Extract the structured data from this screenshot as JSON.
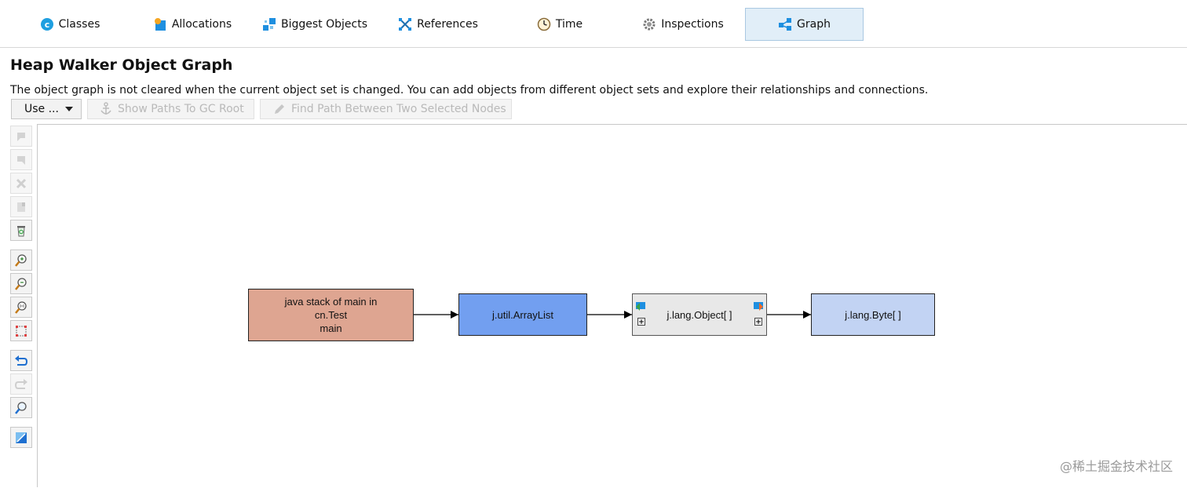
{
  "tabs": [
    {
      "label": "Classes",
      "icon": "classes-icon"
    },
    {
      "label": "Allocations",
      "icon": "allocations-icon"
    },
    {
      "label": "Biggest Objects",
      "icon": "biggest-objects-icon"
    },
    {
      "label": "References",
      "icon": "references-icon"
    },
    {
      "label": "Time",
      "icon": "clock-icon"
    },
    {
      "label": "Inspections",
      "icon": "gear-icon"
    },
    {
      "label": "Graph",
      "icon": "graph-icon"
    }
  ],
  "active_tab": "Graph",
  "header": {
    "title": "Heap Walker Object Graph",
    "description": "The object graph is not cleared when the current object set is changed. You can add objects from different object sets and explore their relationships and connections."
  },
  "toolbar": {
    "use_label": "Use ...",
    "paths_label": "Show Paths To GC Root",
    "find_label": "Find Path Between Two Selected Nodes"
  },
  "graph": {
    "nodes": [
      {
        "line1": "java stack of main in",
        "line2": "cn.Test",
        "line3": "main",
        "color": "#dea591"
      },
      {
        "label": "j.util.ArrayList",
        "color": "#729ff0"
      },
      {
        "label": "j.lang.Object[ ]",
        "color": "#e8e8e8"
      },
      {
        "label": "j.lang.Byte[ ]",
        "color": "#c2d3f3"
      }
    ]
  },
  "watermark": "@稀土掘金技术社区",
  "colors": {
    "active_tab_bg": "#e1eef8",
    "accent": "#1e8fe0"
  }
}
